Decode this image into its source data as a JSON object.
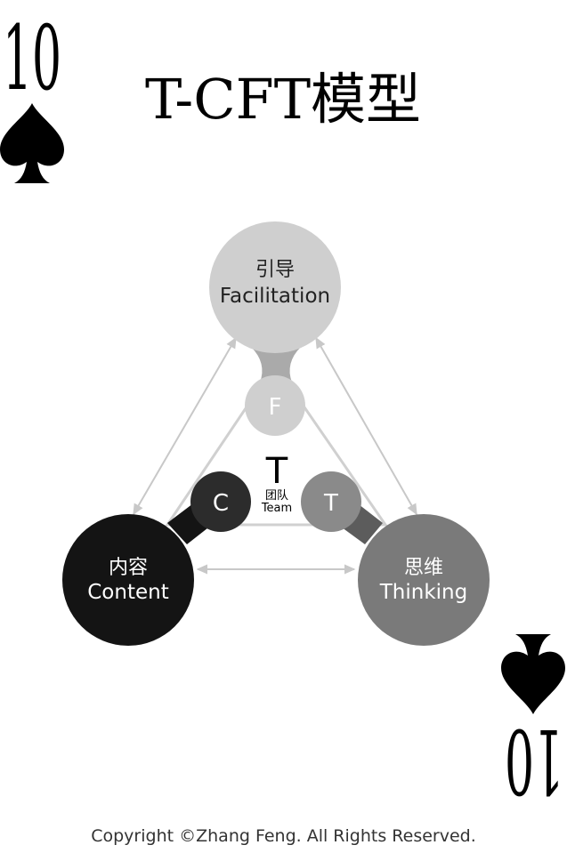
{
  "card": {
    "rank": "10",
    "suit_icon": "spade-icon",
    "title": "T-CFT模型",
    "copyright": "Copyright ©Zhang Feng. All Rights Reserved."
  },
  "diagram": {
    "facilitation": {
      "cn": "引导",
      "en": "Facilitation",
      "letter": "F",
      "color": "#cfcfcf"
    },
    "content": {
      "cn": "内容",
      "en": "Content",
      "letter": "C",
      "color": "#141414"
    },
    "thinking": {
      "cn": "思维",
      "en": "Thinking",
      "letter": "T",
      "color": "#7a7a7a"
    },
    "team": {
      "letter": "T",
      "cn": "团队",
      "en": "Team"
    }
  }
}
